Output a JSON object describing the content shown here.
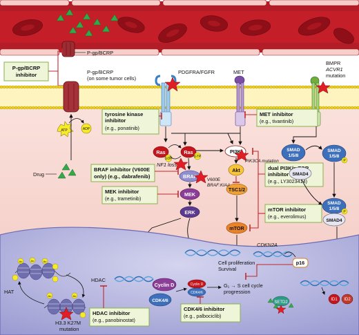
{
  "vessel": {
    "pgp_label": "P-gp/BCRP",
    "pgp_inhibitor": [
      "P-gp/BCRP",
      "inhibitor"
    ]
  },
  "membrane": {
    "pgp_tumor_label": [
      "P-gp/BCRP",
      "(on some tumor cells)"
    ],
    "atp_label": "ATP",
    "adp_label": "ADP",
    "drug_label": "Drug"
  },
  "receptors": {
    "pdgfra": "PDGFRA/FGFR",
    "met": "MET",
    "bmpr": [
      "BMPR",
      "ACVR1",
      "mutation"
    ]
  },
  "inhibitors": {
    "tki": [
      "tyrosine kinase",
      "inhibitor",
      "(e.g., ponatinib)"
    ],
    "met": [
      "MET inhibitor",
      "(e.g., tivantinib)"
    ],
    "braf": [
      "BRAF inhibitor (V600E",
      "only) (e.g., dabrafenib)"
    ],
    "dual": [
      "dual PI3K/mTOR",
      "inhibitor",
      "(e.g., LY3023414)"
    ],
    "mek": [
      "MEK inhibitor",
      "(e.g., trametinib)"
    ],
    "mtor": [
      "mTOR inhibitor",
      "(e.g., everolimus)"
    ],
    "hdac": [
      "HDAC inhibitor",
      "(e.g., panobinostat)"
    ],
    "cdk": [
      "CDK4/6 inhibitor",
      "(e.g., palbociclib)"
    ]
  },
  "pathway": {
    "ras": "Ras",
    "gdp": "GDP",
    "gtp": "GTP",
    "nf1_loss": "NF1 loss",
    "braf": "BRAF",
    "braf_mut": [
      "V600E",
      "BRAF:KIAA"
    ],
    "mek": "MEK",
    "erk": "ERK",
    "pi3k": "PI3K",
    "pik3ca": "PIK3CA mutation",
    "akt": "Akt",
    "tsc": "TSC1/2",
    "mtor": "mTOR",
    "smad158": [
      "SMAD",
      "1/5/8"
    ],
    "smad4": "SMAD4",
    "p": "P"
  },
  "nucleus": {
    "prolif": [
      "Cell proliferation",
      "Survival"
    ],
    "cdkn2a": "CDKN2A",
    "p16": "p16",
    "cyclin_d": "Cyclin D",
    "cdk46": "CDK4/6",
    "cycle": [
      "G₁ → S cell cycle",
      "progression"
    ],
    "setd2": "SETD2",
    "hdac": "HDAC",
    "hat": "HAT",
    "ac": "Ac",
    "h33": [
      "H3.3 K27M",
      "mutation"
    ],
    "id1": "ID1",
    "id2": "ID2"
  }
}
